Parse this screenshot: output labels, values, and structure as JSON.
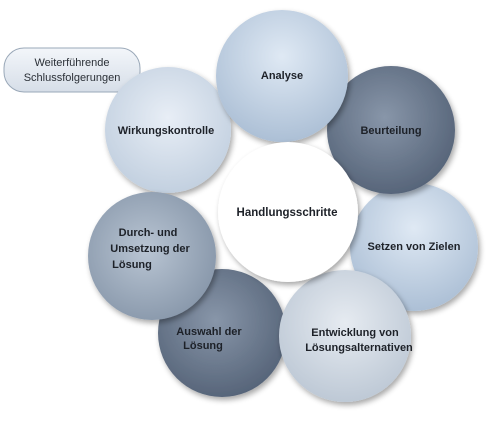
{
  "diagram": {
    "center": {
      "label": "Handlungsschritte"
    },
    "note": {
      "lines": [
        "Weiterführende",
        "Schlussfolgerungen"
      ]
    },
    "petals": [
      {
        "id": "analyse",
        "lines": [
          "Analyse"
        ],
        "tone": "light-blue"
      },
      {
        "id": "beurteilung",
        "lines": [
          "Beurteilung"
        ],
        "tone": "dark"
      },
      {
        "id": "setzen-von-zielen",
        "lines": [
          "Setzen von Zielen"
        ],
        "tone": "light-blue"
      },
      {
        "id": "entwicklung",
        "lines": [
          "Entwicklung von",
          "Lösungsalternativen"
        ],
        "tone": "light-grey"
      },
      {
        "id": "auswahl",
        "lines": [
          "Auswahl der",
          "Lösung"
        ],
        "tone": "dark"
      },
      {
        "id": "durchsetzung",
        "lines": [
          "Durch- und",
          "Umsetzung der",
          "Lösung"
        ],
        "tone": "mid"
      },
      {
        "id": "wirkungskontrolle",
        "lines": [
          "Wirkungskontrolle"
        ],
        "tone": "pale-blue"
      }
    ]
  }
}
